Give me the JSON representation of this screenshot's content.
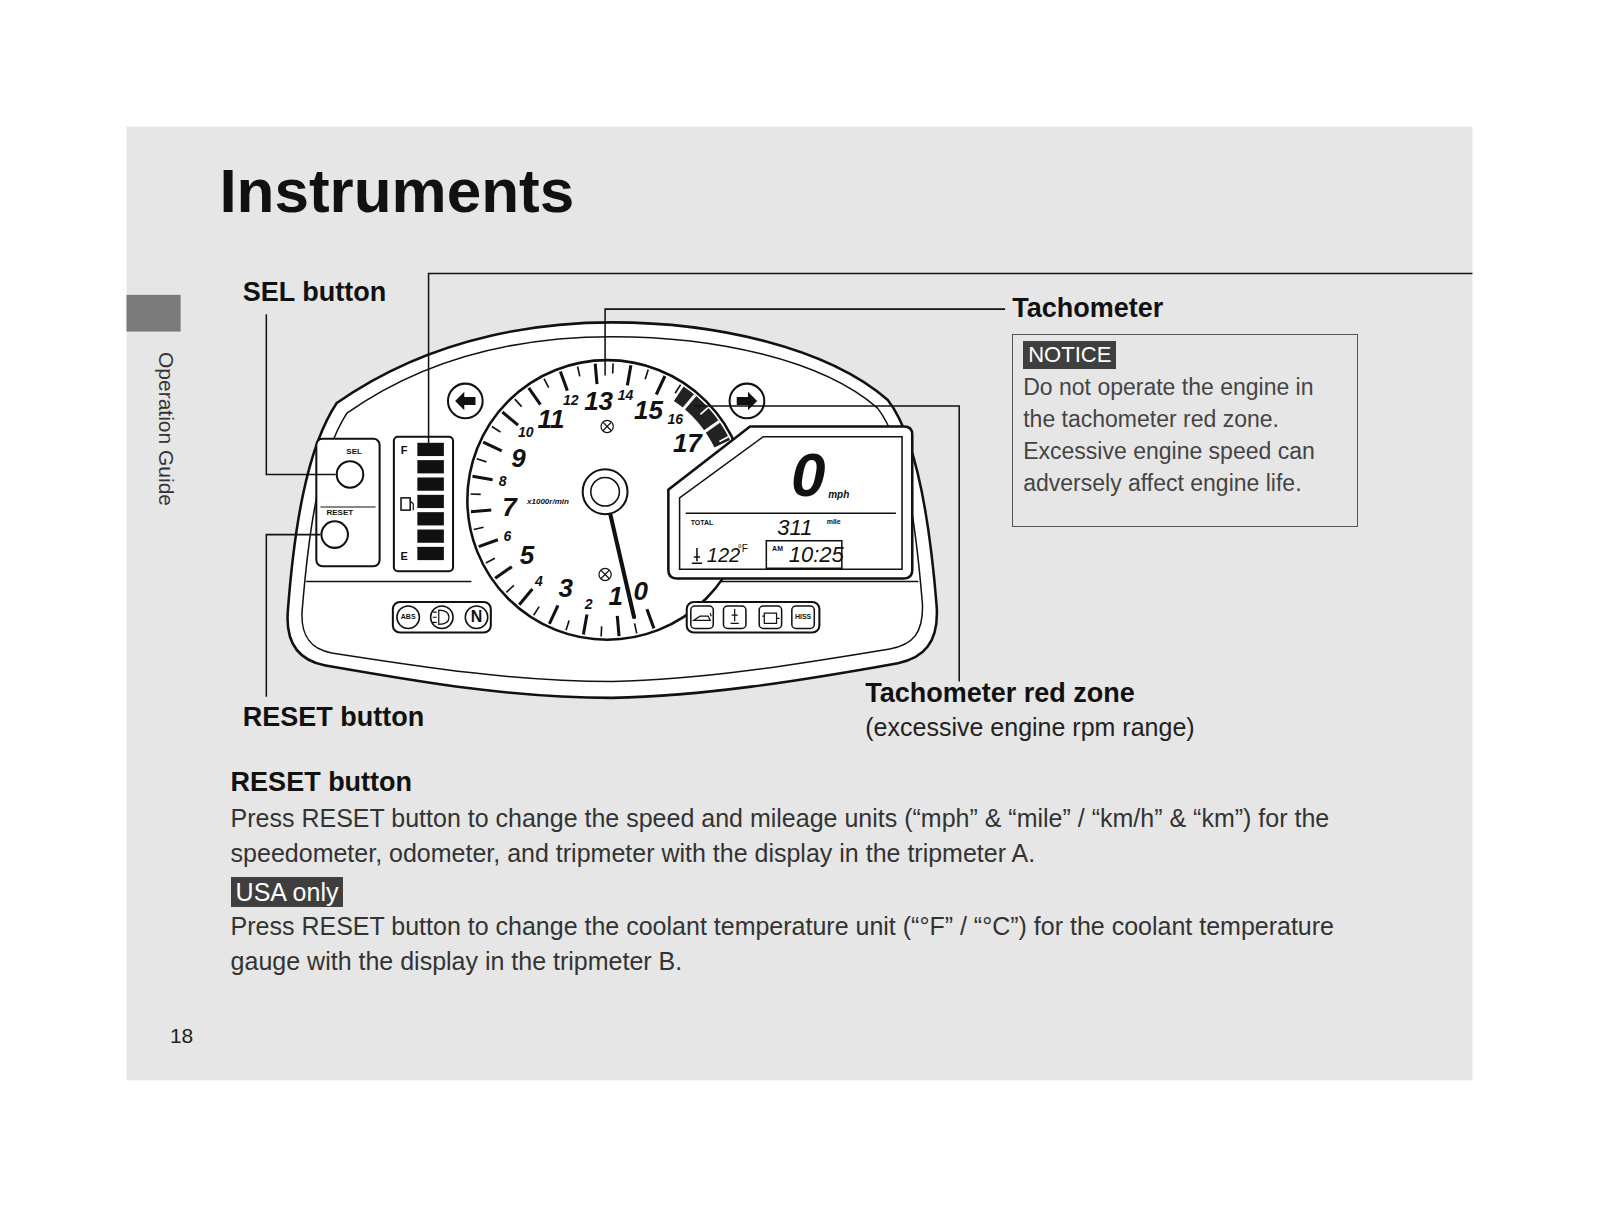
{
  "diagram": {
    "title": "Instruments",
    "nodes": [
      {
        "text": [
          "Do not operate the engine in the tachometer red zone. Excessive engine speed can adversely affect engine life."
        ]
      },
      {
        "text": [
          "NOTICE"
        ],
        "in": 0
      },
      {
        "text": [
          "USA only"
        ]
      }
    ],
    "labels": [
      "Operation Guide",
      "SEL button",
      "RESET button",
      "Tachometer",
      "Tachometer red zone",
      "(excessive engine rpm range)",
      "RESET button",
      "Press RESET button to change the speed and mileage units (“mph” & “mile” / “km/h” & “km”) for the speedometer, odometer, and tripmeter with the display in the tripmeter A.",
      "Press RESET button to change the coolant temperature unit (“°F” / “°C”) for the coolant temperature gauge with the display in the tripmeter B.",
      "18",
      "SEL",
      "RESET",
      "F",
      "E",
      "0",
      "1",
      "2",
      "3",
      "4",
      "5",
      "6",
      "7",
      "8",
      "9",
      "10",
      "11",
      "12",
      "13",
      "14",
      "15",
      "16",
      "17",
      "x1000r/min",
      "0",
      "mph",
      "TOTAL",
      "311",
      "mile",
      "122",
      "°F",
      "AM",
      "10:25",
      "ABS",
      "HISS",
      "N"
    ]
  }
}
